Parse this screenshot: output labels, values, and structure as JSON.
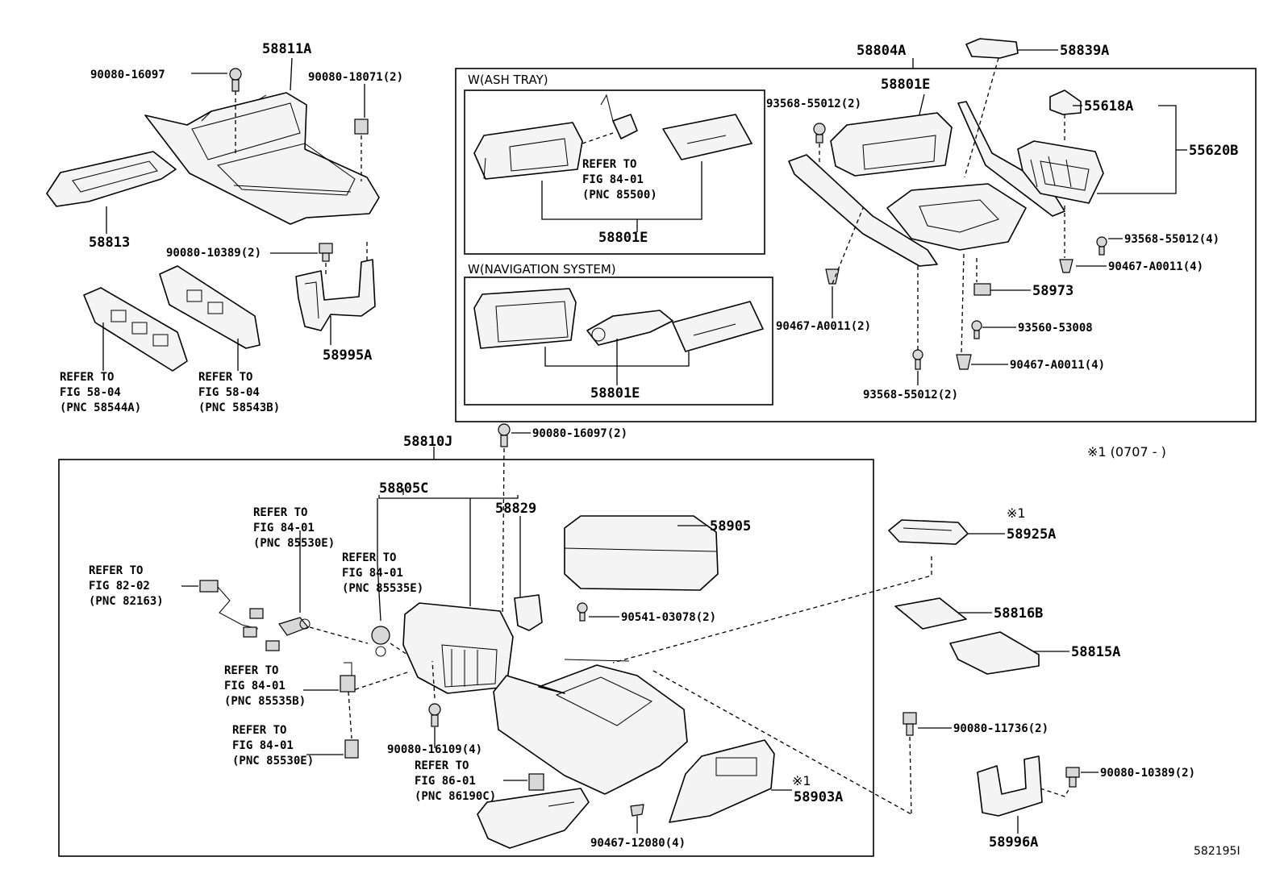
{
  "parts": {
    "p58811A": "58811A",
    "p90080_16097": "90080-16097",
    "p90080_18071": "90080-18071(2)",
    "p58813": "58813",
    "p90080_10389_a": "90080-10389(2)",
    "p58995A": "58995A",
    "p58804A": "58804A",
    "p58839A": "58839A",
    "p58801E_a": "58801E",
    "p58801E_b": "58801E",
    "p58801E_c": "58801E",
    "p93568_55012_a": "93568-55012(2)",
    "p55618A": "55618A",
    "p55620B": "55620B",
    "p93568_55012_b": "93568-55012(4)",
    "p90467_A0011_a": "90467-A0011(4)",
    "p58973": "58973",
    "p90467_A0011_b": "90467-A0011(2)",
    "p93560_53008": "93560-53008",
    "p90467_A0011_c": "90467-A0011(4)",
    "p93568_55012_c": "93568-55012(2)",
    "p90080_16097_2": "90080-16097(2)",
    "p58810J": "58810J",
    "p58805C": "58805C",
    "p58829": "58829",
    "p58905": "58905",
    "p90541_03078": "90541-03078(2)",
    "p90080_16109": "90080-16109(4)",
    "p58903A": "58903A",
    "p90467_12080": "90467-12080(4)",
    "p58925A": "58925A",
    "p58816B": "58816B",
    "p58815A": "58815A",
    "p90080_11736": "90080-11736(2)",
    "p90080_10389_b": "90080-10389(2)",
    "p58996A": "58996A"
  },
  "boxes": {
    "ash_tray": "W(ASH TRAY)",
    "navigation": "W(NAVIGATION SYSTEM)"
  },
  "refs": {
    "r1": {
      "l1": "REFER TO",
      "l2": "FIG 84-01",
      "l3": "(PNC 85500)"
    },
    "r2": {
      "l1": "REFER TO",
      "l2": "FIG 58-04",
      "l3": "(PNC 58544A)"
    },
    "r3": {
      "l1": "REFER TO",
      "l2": "FIG 58-04",
      "l3": "(PNC 58543B)"
    },
    "r4": {
      "l1": "REFER TO",
      "l2": "FIG 84-01",
      "l3": "(PNC 85530E)"
    },
    "r5": {
      "l1": "REFER TO",
      "l2": "FIG 84-01",
      "l3": "(PNC 85535E)"
    },
    "r6": {
      "l1": "REFER TO",
      "l2": "FIG 82-02",
      "l3": "(PNC 82163)"
    },
    "r7": {
      "l1": "REFER TO",
      "l2": "FIG 84-01",
      "l3": "(PNC 85535B)"
    },
    "r8": {
      "l1": "REFER TO",
      "l2": "FIG 84-01",
      "l3": "(PNC 85530E)"
    },
    "r9": {
      "l1": "REFER TO",
      "l2": "FIG 86-01",
      "l3": "(PNC 86190C)"
    }
  },
  "notes": {
    "production_note": "※1 (0707 -       )",
    "mark_a": "※1",
    "mark_b": "※1",
    "figure_id": "582195I"
  }
}
